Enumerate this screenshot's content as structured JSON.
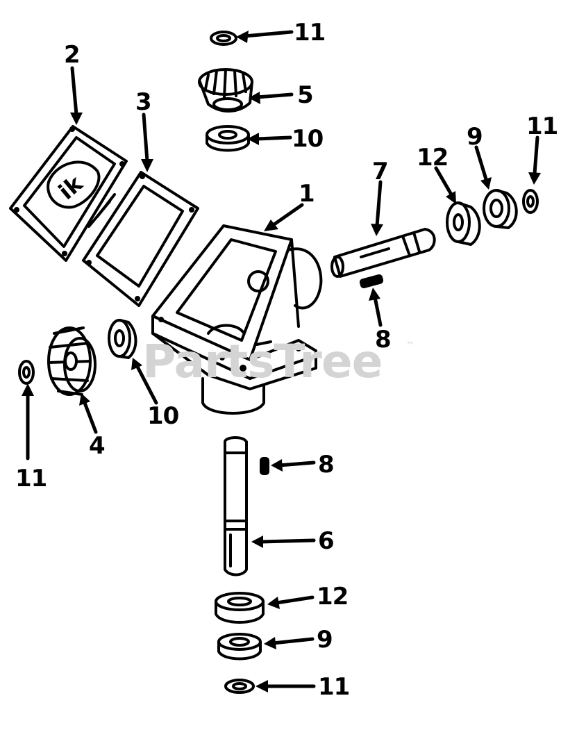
{
  "watermark": {
    "text": "PartsTree",
    "trademark": "™",
    "color": "#d4d4d4"
  },
  "parts": [
    {
      "id": "housing",
      "number": "1"
    },
    {
      "id": "cover",
      "number": "2"
    },
    {
      "id": "gasket",
      "number": "3"
    },
    {
      "id": "bevel-gear-large",
      "number": "4"
    },
    {
      "id": "bevel-gear-small",
      "number": "5"
    },
    {
      "id": "vertical-shaft",
      "number": "6"
    },
    {
      "id": "horizontal-shaft",
      "number": "7"
    },
    {
      "id": "key-horizontal",
      "number": "8"
    },
    {
      "id": "key-vertical",
      "number": "8"
    },
    {
      "id": "bearing-right",
      "number": "9"
    },
    {
      "id": "bearing-bottom",
      "number": "9"
    },
    {
      "id": "bearing-top",
      "number": "10"
    },
    {
      "id": "bearing-left",
      "number": "10"
    },
    {
      "id": "retaining-ring-top",
      "number": "11"
    },
    {
      "id": "retaining-ring-right",
      "number": "11"
    },
    {
      "id": "retaining-ring-left",
      "number": "11"
    },
    {
      "id": "retaining-ring-bottom",
      "number": "11"
    },
    {
      "id": "spacer-right",
      "number": "12"
    },
    {
      "id": "spacer-bottom",
      "number": "12"
    }
  ]
}
